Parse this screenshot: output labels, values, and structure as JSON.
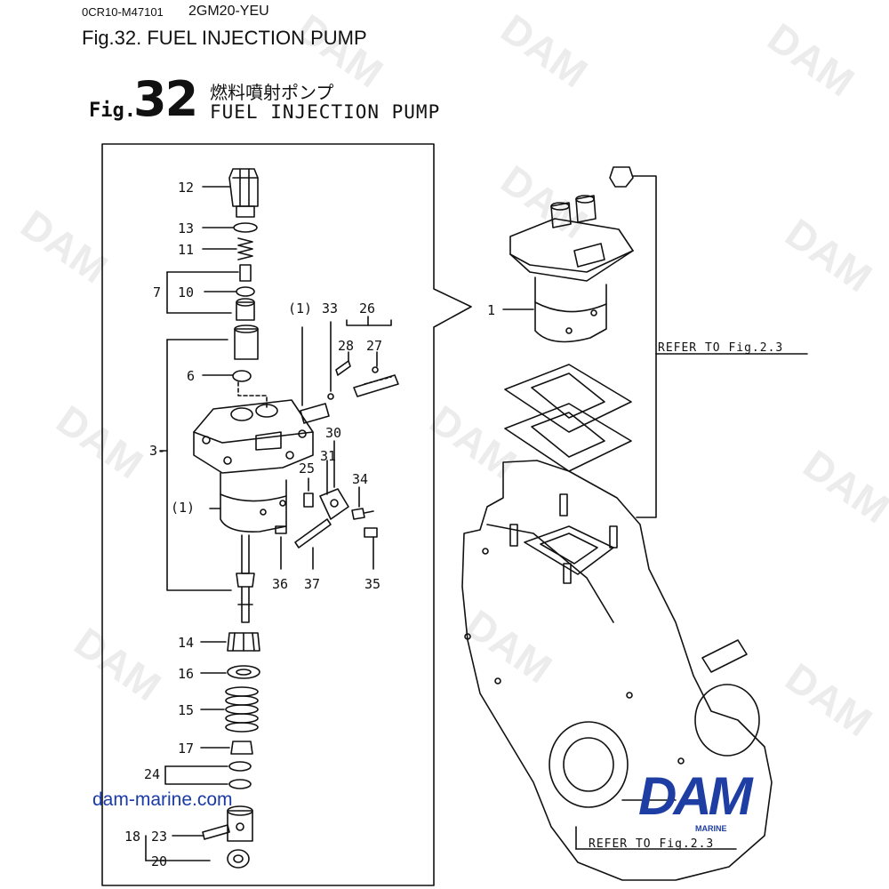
{
  "header": {
    "doc_code": "0CR10-M47101",
    "model": "2GM20-YEU",
    "title": "Fig.32.  FUEL INJECTION PUMP"
  },
  "figure": {
    "fig_word": "Fig.",
    "fig_number": "32",
    "title_jp": "燃料噴射ポンプ",
    "title_en": "FUEL INJECTION PUMP"
  },
  "callouts": {
    "c1": "1",
    "c3": "3-",
    "c6": "6",
    "c7": "7",
    "c10": "10",
    "c11": "11",
    "c12": "12",
    "c13": "13",
    "c14": "14",
    "c15": "15",
    "c16": "16",
    "c17": "17",
    "c18": "18",
    "c20": "20",
    "c23": "23",
    "c24": "24",
    "c25": "25",
    "c26": "26",
    "c27": "27",
    "c28": "28",
    "c30": "30",
    "c31": "31",
    "c33": "33",
    "c34": "34",
    "c35": "35",
    "c36": "36",
    "c37": "37",
    "p1a": "(1)",
    "p1b": "(1)"
  },
  "refers": {
    "upper": "REFER TO Fig.2.3",
    "lower": "REFER TO Fig.2.3"
  },
  "footer": {
    "site": "dam-marine.com",
    "logo": "DAM",
    "logo_sub": "MARINE"
  },
  "watermark": "DAM",
  "colors": {
    "brand_blue": "#1f3ea3",
    "link_blue": "#1a3aa8",
    "line": "#111111",
    "watermark": "#ececec"
  }
}
